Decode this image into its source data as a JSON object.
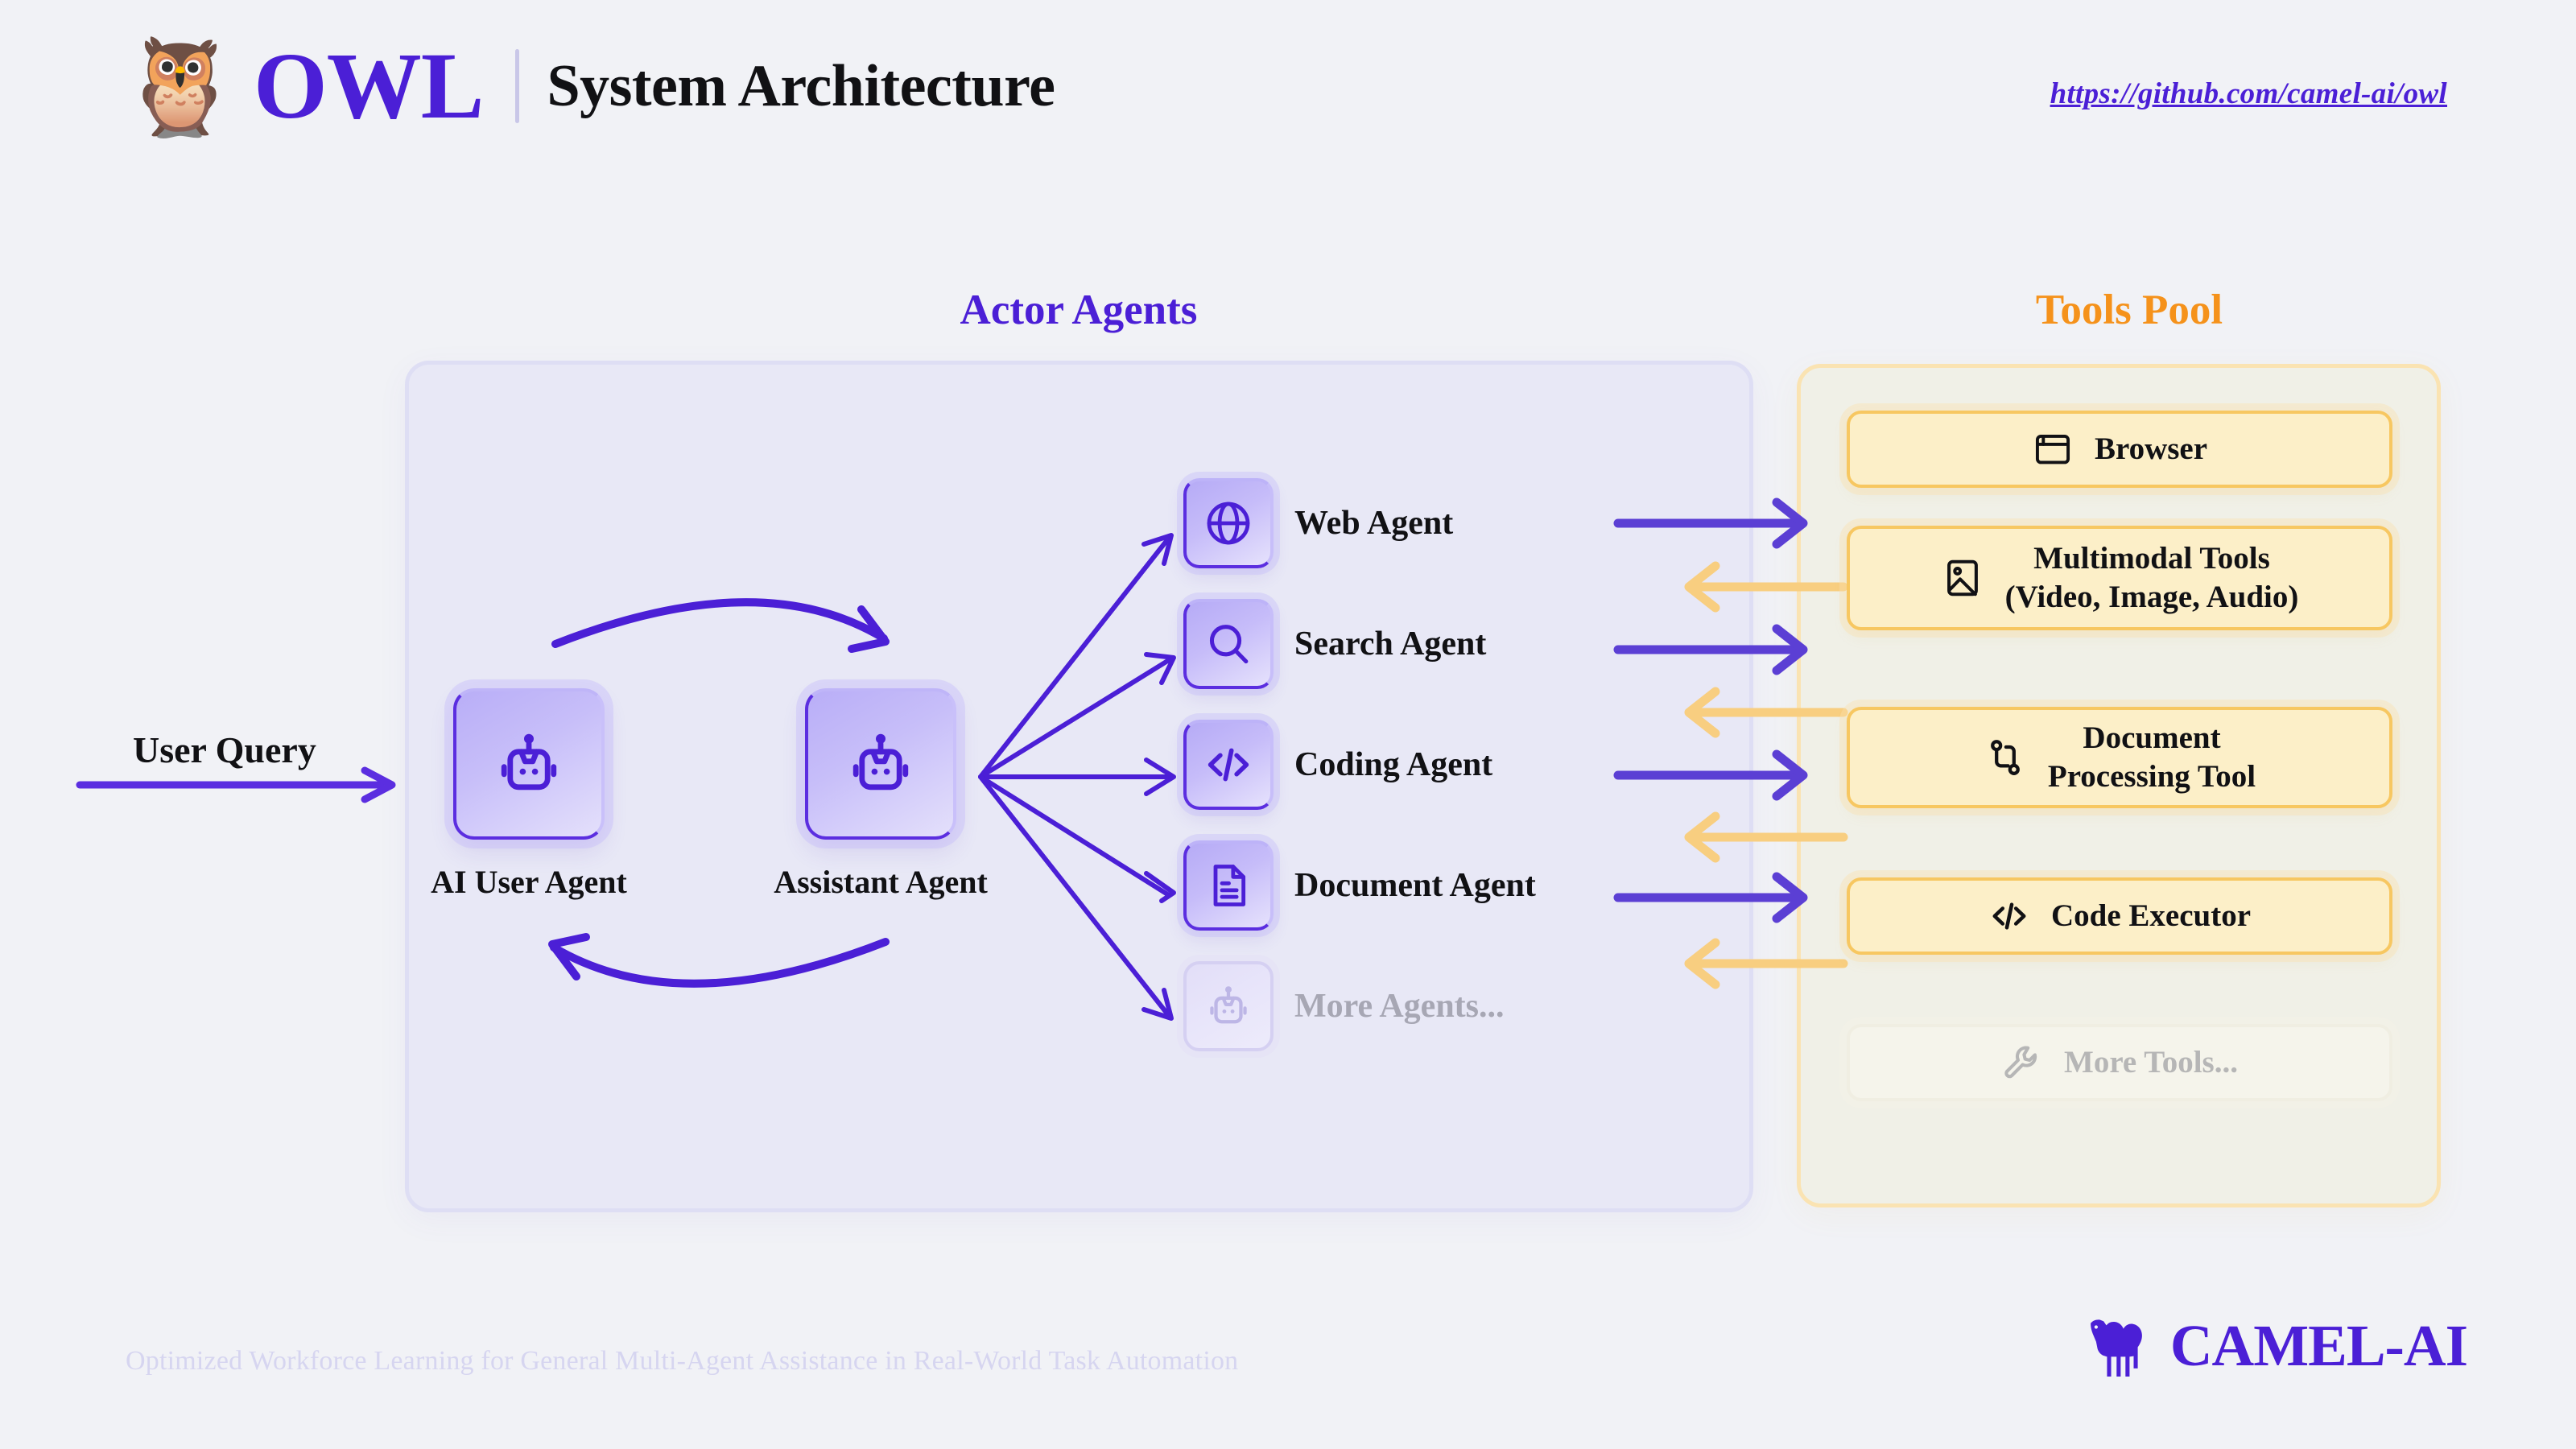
{
  "header": {
    "owl_icon": "owl-emoji",
    "brand": "OWL",
    "subtitle": "System Architecture",
    "repo_url": "https://github.com/camel-ai/owl"
  },
  "sections": {
    "actor_agents_title": "Actor Agents",
    "tools_pool_title": "Tools Pool"
  },
  "input": {
    "label": "User Query"
  },
  "dual_agents": [
    {
      "name": "AI User Agent",
      "icon": "robot-icon"
    },
    {
      "name": "Assistant Agent",
      "icon": "robot-icon"
    }
  ],
  "actor_agents": [
    {
      "label": "Web Agent",
      "icon": "globe-icon",
      "muted": false
    },
    {
      "label": "Search Agent",
      "icon": "search-icon",
      "muted": false
    },
    {
      "label": "Coding Agent",
      "icon": "code-icon",
      "muted": false
    },
    {
      "label": "Document Agent",
      "icon": "document-icon",
      "muted": false
    },
    {
      "label": "More Agents...",
      "icon": "robot-icon",
      "muted": true
    }
  ],
  "tools": [
    {
      "label": "Browser",
      "icon": "browser-window-icon",
      "muted": false
    },
    {
      "label": "Multimodal Tools\n(Video, Image, Audio)",
      "line1": "Multimodal Tools",
      "line2": "(Video, Image, Audio)",
      "icon": "image-icon",
      "muted": false
    },
    {
      "label": "Document\nProcessing Tool",
      "line1": "Document",
      "line2": "Processing Tool",
      "icon": "git-branch-icon",
      "muted": false
    },
    {
      "label": "Code Executor",
      "icon": "code-icon",
      "muted": false
    },
    {
      "label": "More Tools...",
      "icon": "wrench-icon",
      "muted": true
    }
  ],
  "footer": {
    "tagline": "Optimized Workforce Learning for General Multi-Agent Assistance in Real-World Task Automation",
    "camel_logo_icon": "camel-icon",
    "camel_wordmark": "CAMEL-AI"
  },
  "colors": {
    "purple": "#4B1FD6",
    "purple_arrow": "#5B3FD4",
    "orange": "#F5921B",
    "orange_arrow": "#F8CE80",
    "page_bg": "#F1F2F6",
    "actor_panel_bg": "#E8E8F6",
    "tools_panel_bg": "#F0F0E7",
    "tool_card_bg": "#FCEFC8",
    "agent_tile_border": "#5B2EE0"
  }
}
